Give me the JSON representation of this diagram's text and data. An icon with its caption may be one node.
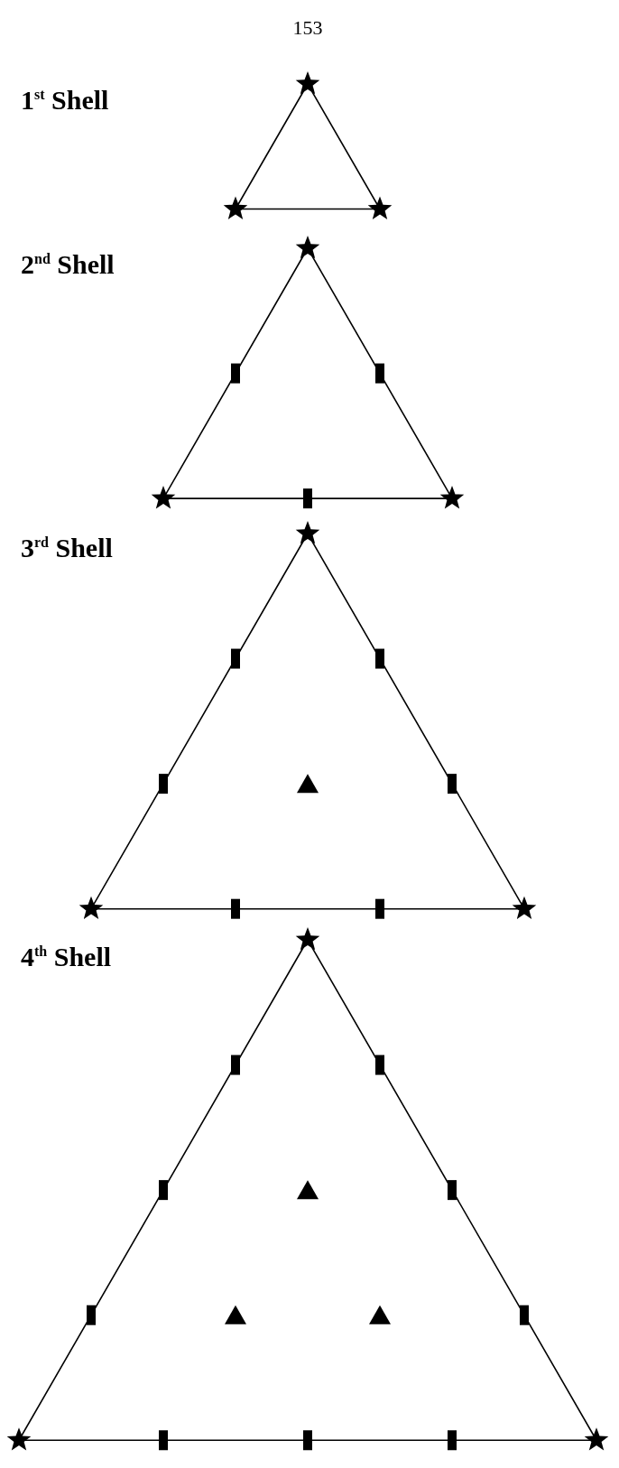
{
  "diagram": {
    "labels": [
      "153",
      "1$^{st}$ Shell",
      "2$^{nd}$ Shell",
      "3$^{rd}$ Shell",
      "4$^{th}$ Shell"
    ]
  }
}
